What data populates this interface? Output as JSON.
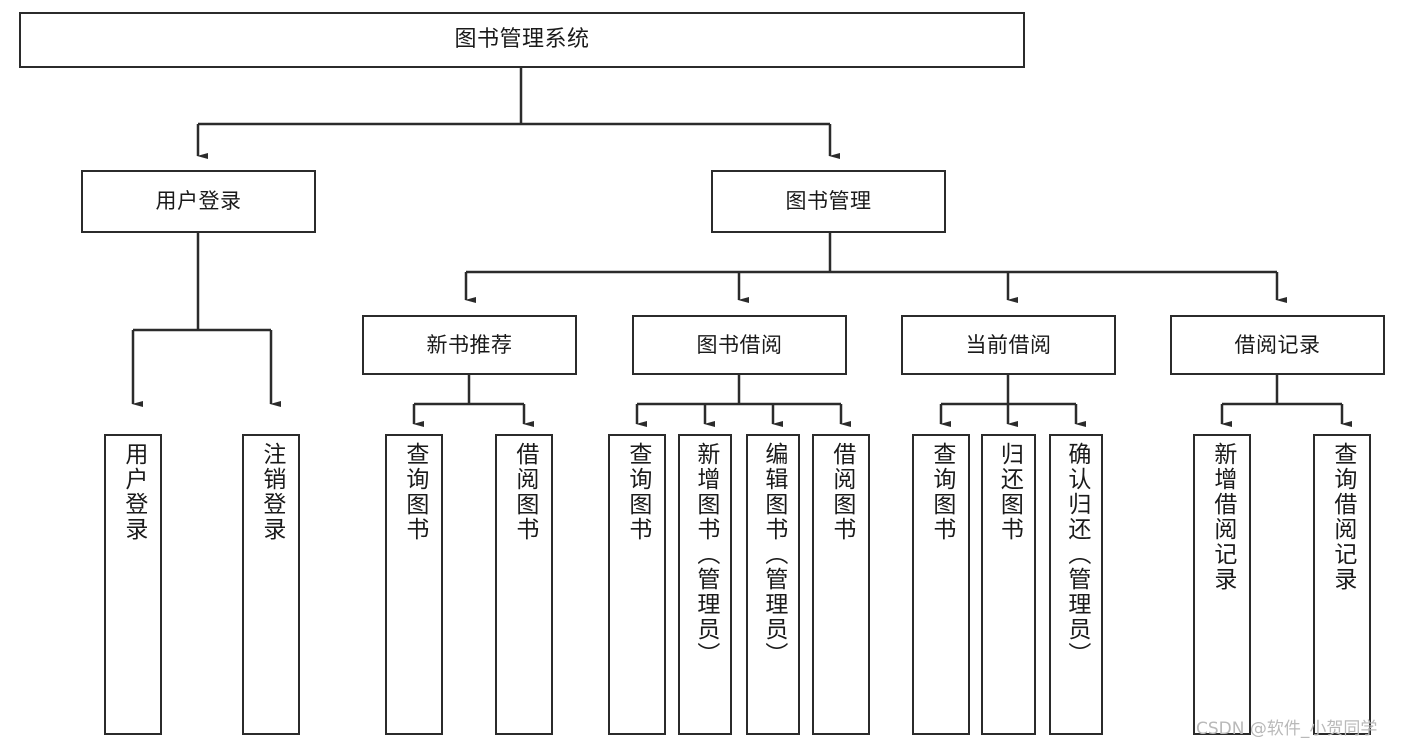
{
  "diagram": {
    "title": "图书管理系统",
    "type": "hierarchy-tree",
    "orientation": "top-down",
    "colors": {
      "box_border": "#2b2b2b",
      "box_fill": "#ffffff",
      "edge": "#2b2b2b",
      "text": "#1a1a1a",
      "watermark": "#b9b9b9",
      "background": "#ffffff"
    },
    "levels": {
      "root": {
        "label": "图书管理系统"
      },
      "level2": [
        {
          "label": "用户登录"
        },
        {
          "label": "图书管理"
        }
      ],
      "level3": [
        {
          "label": "新书推荐"
        },
        {
          "label": "图书借阅"
        },
        {
          "label": "当前借阅"
        },
        {
          "label": "借阅记录"
        }
      ],
      "leaves": {
        "user_login": [
          {
            "label": "用户登录"
          },
          {
            "label": "注销登录"
          }
        ],
        "new_book_recommend": [
          {
            "label": "查询图书"
          },
          {
            "label": "借阅图书"
          }
        ],
        "book_borrow": [
          {
            "label": "查询图书"
          },
          {
            "label": "新增图书（管理员）"
          },
          {
            "label": "编辑图书（管理员）"
          },
          {
            "label": "借阅图书"
          }
        ],
        "current_borrow": [
          {
            "label": "查询图书"
          },
          {
            "label": "归还图书"
          },
          {
            "label": "确认归还（管理员）"
          }
        ],
        "borrow_record": [
          {
            "label": "新增借阅记录"
          },
          {
            "label": "查询借阅记录"
          }
        ]
      }
    },
    "watermark": "CSDN @软件_小贺同学"
  }
}
